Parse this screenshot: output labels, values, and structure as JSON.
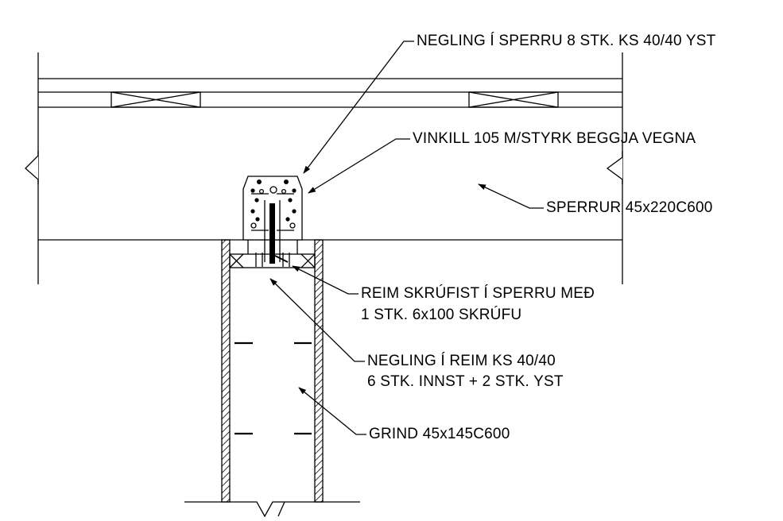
{
  "annotations": {
    "nailing_rafter": "NEGLING Í SPERRU 8 STK. KS 40/40 YST",
    "angle_bracket": "VINKILL 105 M/STYRK BEGGJA VEGNA",
    "rafters": "SPERRUR 45x220C600",
    "strap_screw_line1": "REIM SKRÚFIST Í SPERRU MEÐ",
    "strap_screw_line2": "1 STK. 6x100 SKRÚFU",
    "nailing_strap_line1": "NEGLING Í REIM KS 40/40",
    "nailing_strap_line2": "6 STK. INNST + 2 STK. YST",
    "frame": "GRIND 45x145C600"
  },
  "colors": {
    "line": "#000000",
    "background": "#ffffff"
  }
}
